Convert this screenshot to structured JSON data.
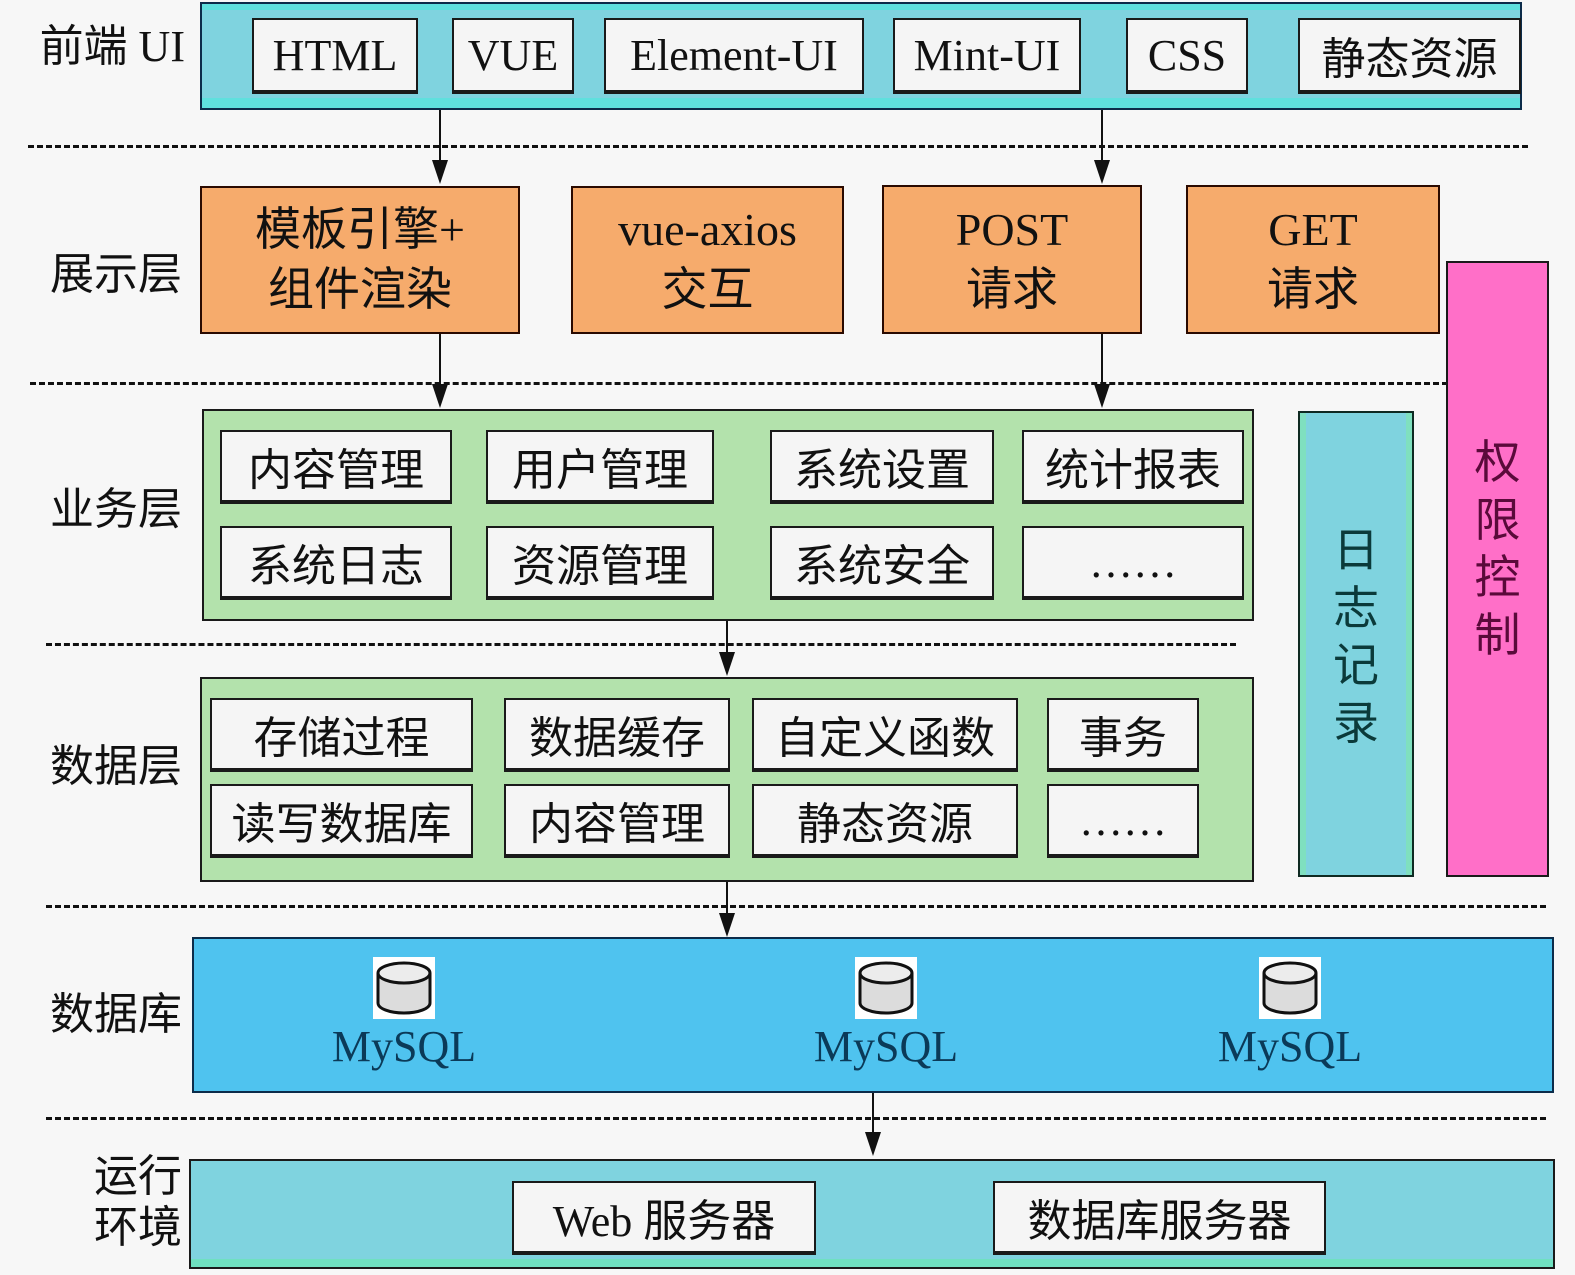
{
  "layers": {
    "frontend": {
      "label": "前端 UI",
      "color": "#7fd3df",
      "items": [
        "HTML",
        "VUE",
        "Element-UI",
        "Mint-UI",
        "CSS",
        "静态资源"
      ]
    },
    "presentation": {
      "label": "展示层",
      "color": "#f6ab6c",
      "items": [
        {
          "line1": "模板引擎+",
          "line2": "组件渲染"
        },
        {
          "line1": "vue-axios",
          "line2": "交互"
        },
        {
          "line1": "POST",
          "line2": "请求"
        },
        {
          "line1": "GET",
          "line2": "请求"
        }
      ]
    },
    "business": {
      "label": "业务层",
      "color": "#b3e2ac",
      "items": [
        "内容管理",
        "用户管理",
        "系统设置",
        "统计报表",
        "系统日志",
        "资源管理",
        "系统安全",
        "……"
      ]
    },
    "data": {
      "label": "数据层",
      "color": "#b3e2ac",
      "items": [
        "存储过程",
        "数据缓存",
        "自定义函数",
        "事务",
        "读写数据库",
        "内容管理",
        "静态资源",
        "……"
      ]
    },
    "database": {
      "label": "数据库",
      "color": "#4fc3ef",
      "items": [
        {
          "icon": "database-cylinder-icon",
          "label": "MySQL"
        },
        {
          "icon": "database-cylinder-icon",
          "label": "MySQL"
        },
        {
          "icon": "database-cylinder-icon",
          "label": "MySQL"
        }
      ]
    },
    "runtime": {
      "label_line1": "运行",
      "label_line2": "环境",
      "color": "#7fd3df",
      "items": [
        "Web 服务器",
        "数据库服务器"
      ]
    }
  },
  "side_panels": {
    "logging": {
      "chars": [
        "日",
        "志",
        "记",
        "录"
      ],
      "color": "#7fd3df"
    },
    "access_control": {
      "chars": [
        "权",
        "限",
        "控",
        "制"
      ],
      "color": "#ff6fc8"
    }
  }
}
